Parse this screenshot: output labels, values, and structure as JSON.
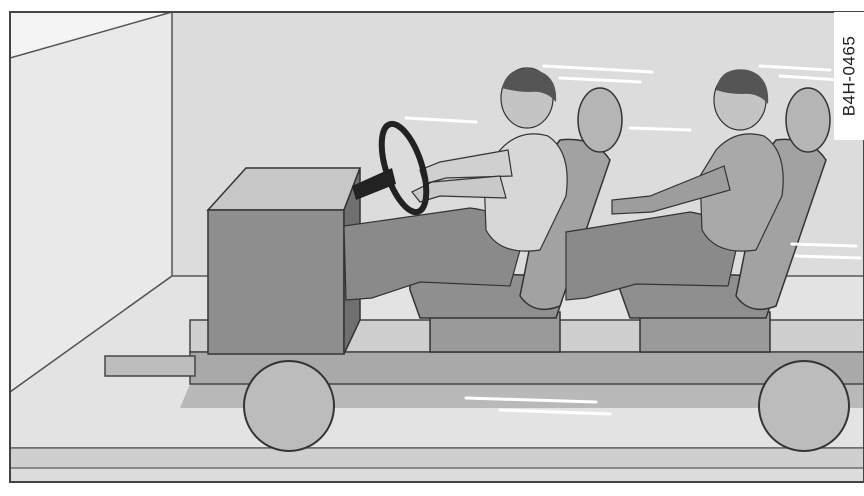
{
  "illustration": {
    "figure_code": "B4H-0465",
    "subject": "sled-test-occupants",
    "icon": "crash-sled-illustration"
  }
}
